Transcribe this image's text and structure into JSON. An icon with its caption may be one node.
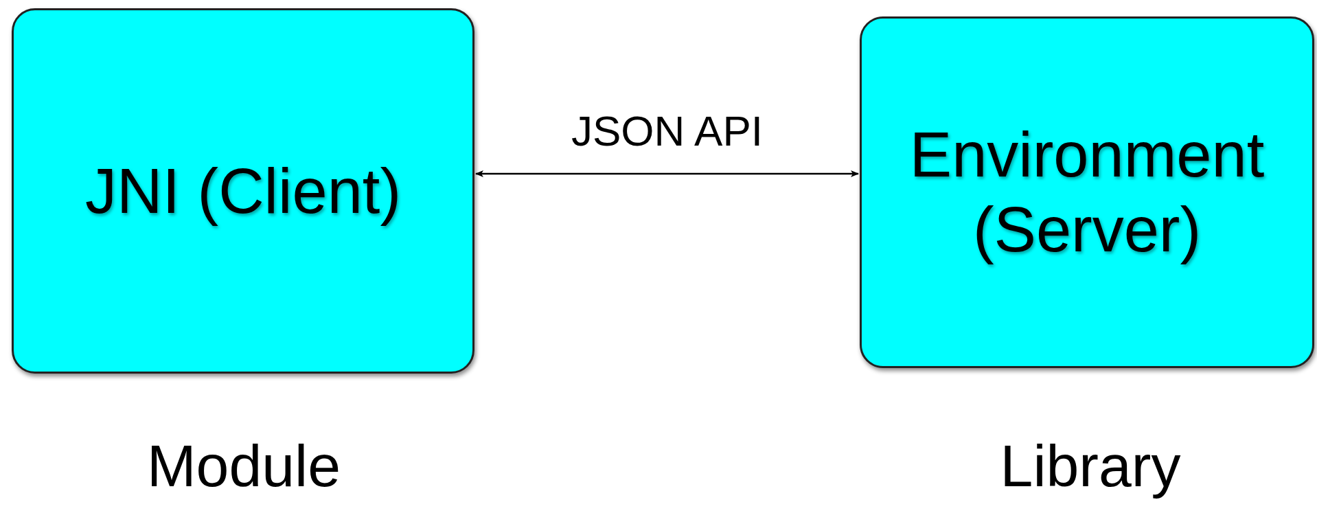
{
  "diagram": {
    "nodes": [
      {
        "text": [
          "JNI (Client)"
        ],
        "beside": [
          "Module"
        ]
      },
      {
        "text": [
          "Environment (Server)"
        ],
        "beside": [
          "Library"
        ]
      }
    ],
    "edges": [
      {
        "from": 0,
        "to": 1,
        "arrow": "both",
        "label": "JSON API"
      }
    ]
  }
}
